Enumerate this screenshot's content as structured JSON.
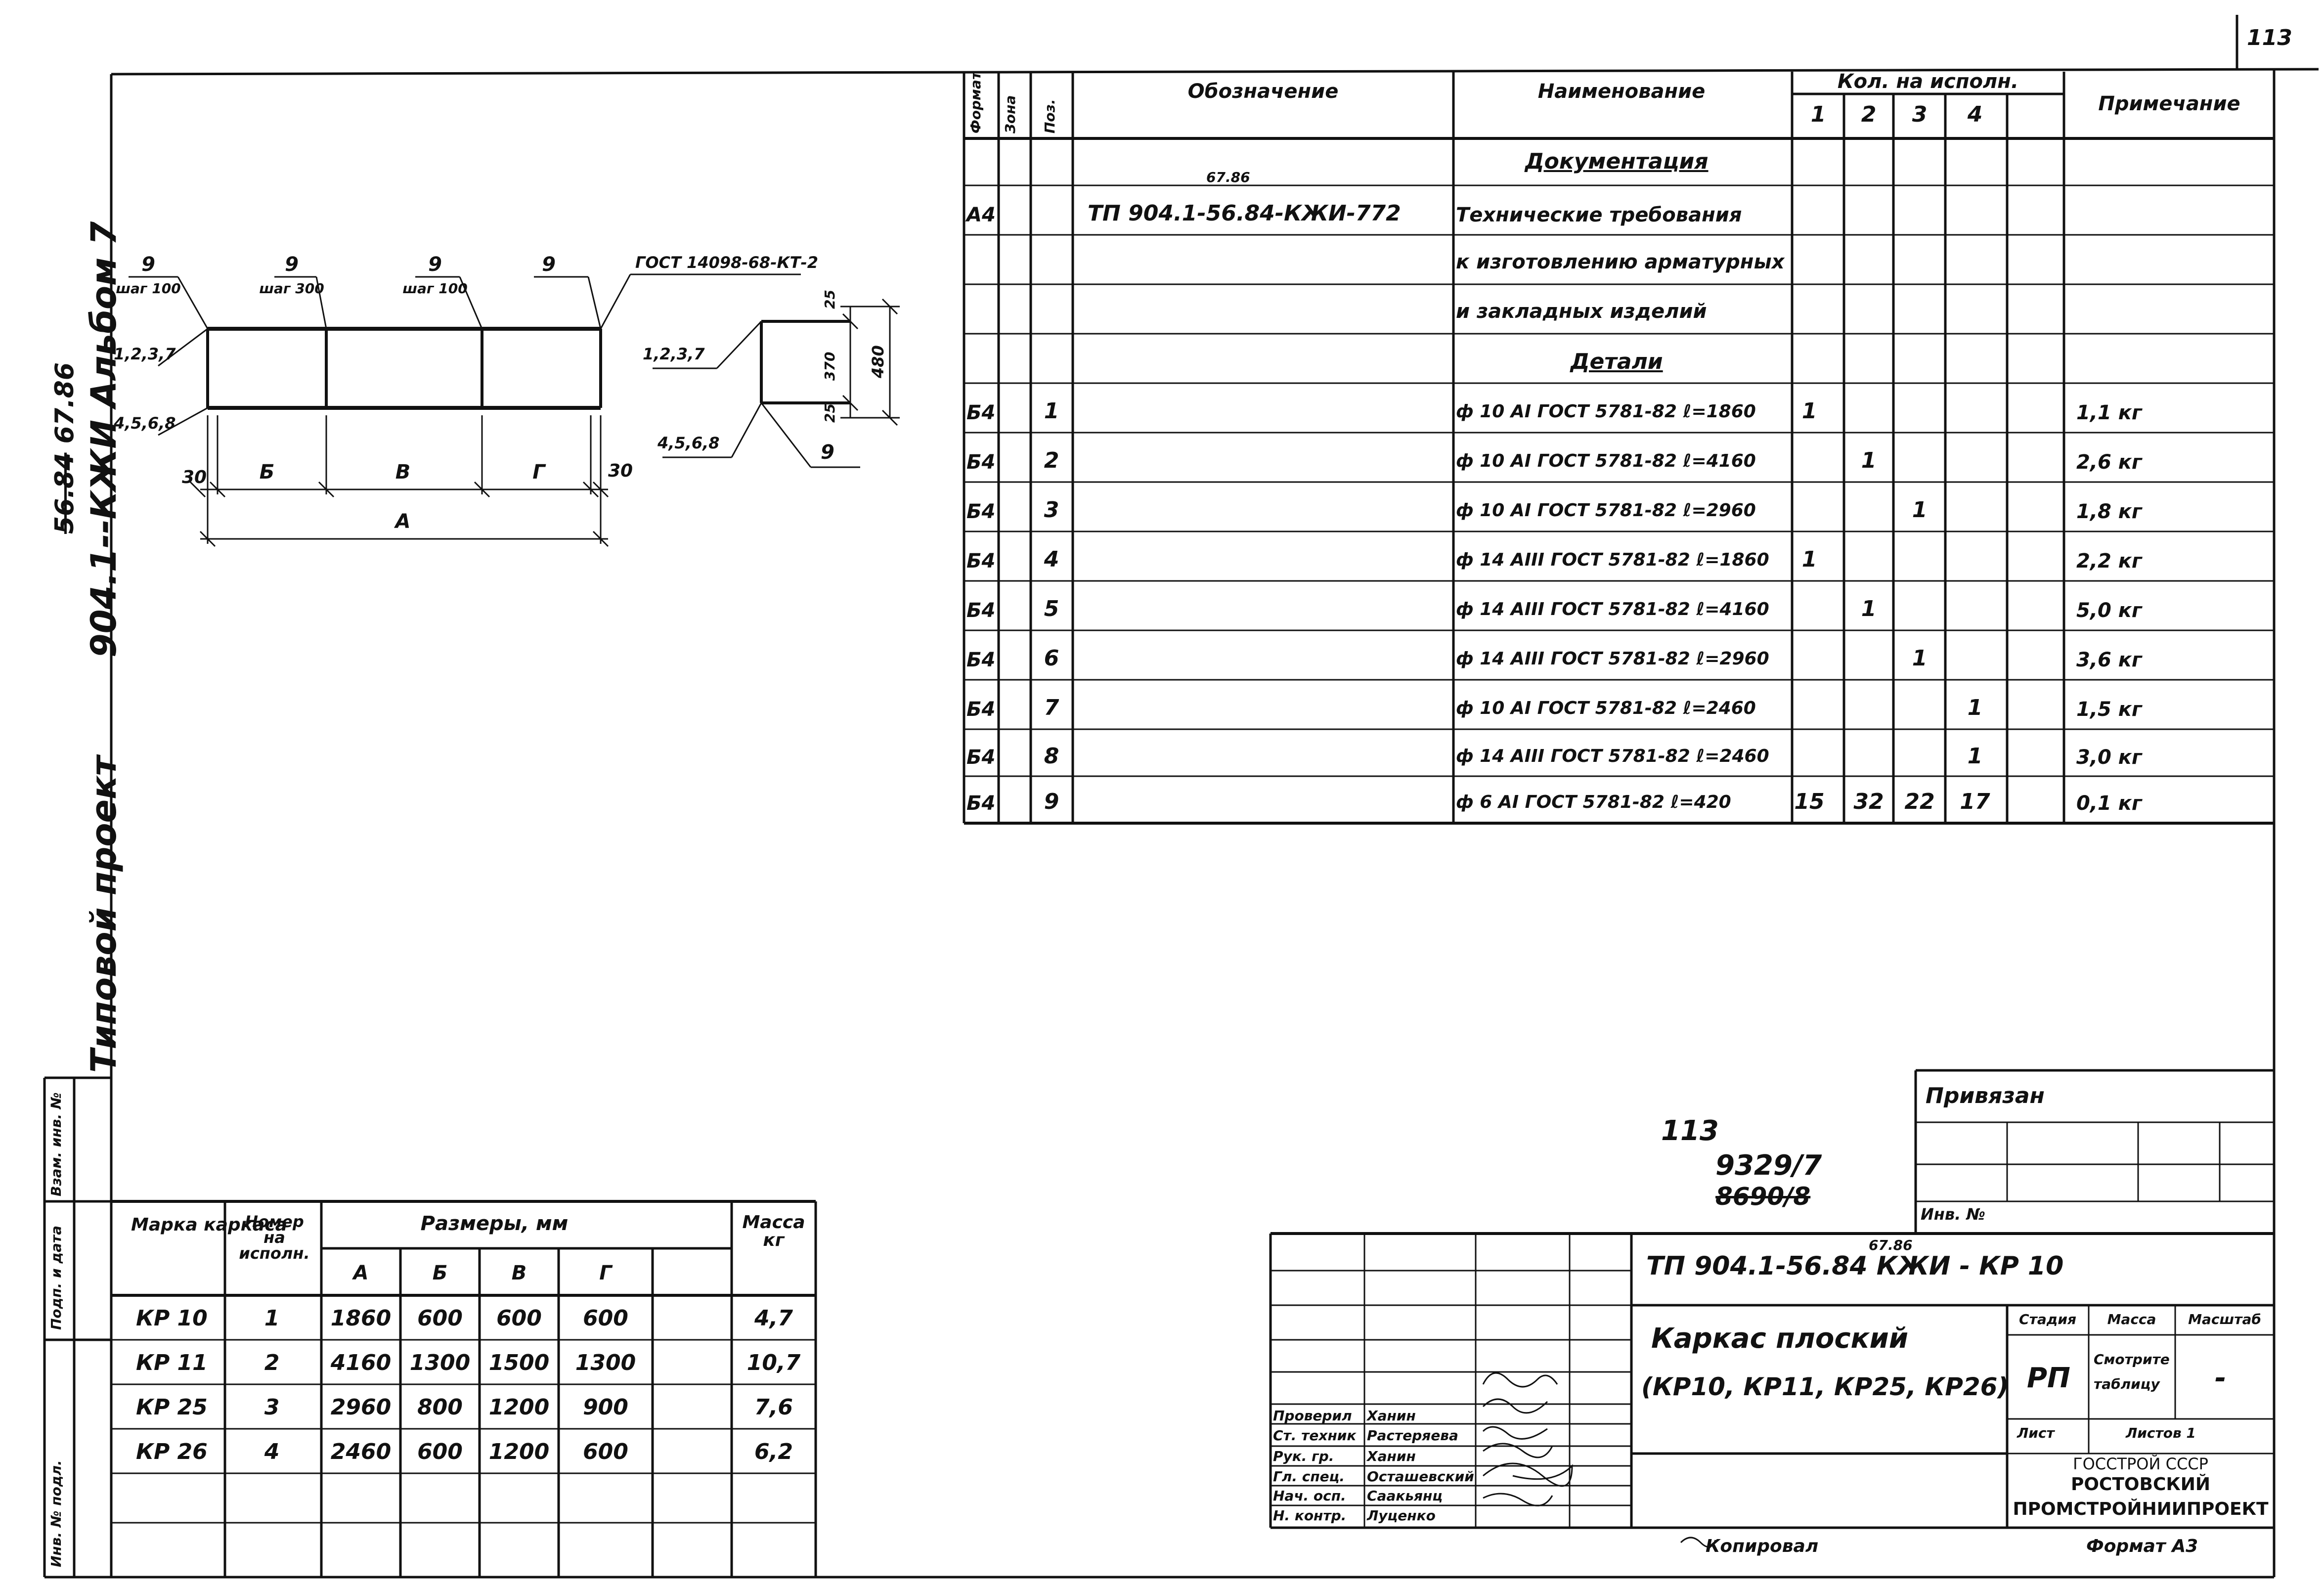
{
  "sheet_number": "113",
  "left_strip": {
    "title_line1": "Типовой проект",
    "title_line2": "904.1-",
    "title_line2b": "-КЖИ Альбом 7",
    "title_old": "56.84",
    "title_new": "67.86",
    "col_labels": [
      "Инв. № подл.",
      "Подп. и дата",
      "Взам. инв. №"
    ]
  },
  "spec": {
    "headers": {
      "format": "Формат",
      "zone": "Зона",
      "pos": "Поз.",
      "designation": "Обозначение",
      "name": "Наименование",
      "qty": "Кол. на исполн.",
      "qty_cols": [
        "1",
        "2",
        "3",
        "4",
        ""
      ],
      "note": "Примечание"
    },
    "section_docs": "Документация",
    "doc_format": "А4",
    "doc_designation": "ТП 904.1-56.84-КЖИ-772",
    "doc_designation_correction": "67.86",
    "doc_name_lines": [
      "Технические требования",
      "к изготовлению арматурных",
      "и закладных изделий"
    ],
    "section_parts": "Детали",
    "rows": [
      {
        "format": "Б4",
        "pos": "1",
        "name": "ф 10 АI ГОСТ 5781-82 ℓ=1860",
        "q1": "1",
        "q2": "",
        "q3": "",
        "q4": "",
        "note": "1,1 кг"
      },
      {
        "format": "Б4",
        "pos": "2",
        "name": "ф 10 АI ГОСТ 5781-82 ℓ=4160",
        "q1": "",
        "q2": "1",
        "q3": "",
        "q4": "",
        "note": "2,6 кг"
      },
      {
        "format": "Б4",
        "pos": "3",
        "name": "ф 10 АI ГОСТ 5781-82 ℓ=2960",
        "q1": "",
        "q2": "",
        "q3": "1",
        "q4": "",
        "note": "1,8 кг"
      },
      {
        "format": "Б4",
        "pos": "4",
        "name": "ф 14 АIII ГОСТ 5781-82 ℓ=1860",
        "q1": "1",
        "q2": "",
        "q3": "",
        "q4": "",
        "note": "2,2 кг"
      },
      {
        "format": "Б4",
        "pos": "5",
        "name": "ф 14 АIII ГОСТ 5781-82 ℓ=4160",
        "q1": "",
        "q2": "1",
        "q3": "",
        "q4": "",
        "note": "5,0 кг"
      },
      {
        "format": "Б4",
        "pos": "6",
        "name": "ф 14 АIII ГОСТ 5781-82 ℓ=2960",
        "q1": "",
        "q2": "",
        "q3": "1",
        "q4": "",
        "note": "3,6 кг"
      },
      {
        "format": "Б4",
        "pos": "7",
        "name": "ф 10 АI ГОСТ 5781-82 ℓ=2460",
        "q1": "",
        "q2": "",
        "q3": "",
        "q4": "1",
        "note": "1,5 кг"
      },
      {
        "format": "Б4",
        "pos": "8",
        "name": "ф 14 АIII ГОСТ 5781-82 ℓ=2460",
        "q1": "",
        "q2": "",
        "q3": "",
        "q4": "1",
        "note": "3,0 кг"
      },
      {
        "format": "Б4",
        "pos": "9",
        "name": "ф 6 АI ГОСТ 5781-82 ℓ=420",
        "q1": "15",
        "q2": "32",
        "q3": "22",
        "q4": "17",
        "note": "0,1 кг"
      }
    ]
  },
  "drawing": {
    "pos_labels": [
      "9",
      "9",
      "9",
      "9"
    ],
    "step_labels": [
      "шаг 100",
      "шаг 300",
      "шаг 100"
    ],
    "gost_label": "ГОСТ 14098-68-КТ-2",
    "top_bars": "1,2,3,7",
    "bottom_bars": "4,5,6,8",
    "dims": {
      "left": "30",
      "right": "30",
      "b": "Б",
      "v": "В",
      "g": "Г",
      "a": "А"
    },
    "section": {
      "top": "1,2,3,7",
      "bottom": "4,5,6,8",
      "pos": "9",
      "d1": "25",
      "d2": "370",
      "d3": "25",
      "total": "480"
    }
  },
  "sizes_table": {
    "headers": {
      "mark": "Марка каркаса",
      "num": "Номер на исполн.",
      "sizes": "Размеры, мм",
      "mass": "Масса кг"
    },
    "size_cols": [
      "А",
      "Б",
      "В",
      "Г",
      ""
    ],
    "rows": [
      {
        "mark": "КР 10",
        "num": "1",
        "a": "1860",
        "b": "600",
        "v": "600",
        "g": "600",
        "mass": "4,7"
      },
      {
        "mark": "КР 11",
        "num": "2",
        "a": "4160",
        "b": "1300",
        "v": "1500",
        "g": "1300",
        "mass": "10,7"
      },
      {
        "mark": "КР 25",
        "num": "3",
        "a": "2960",
        "b": "800",
        "v": "1200",
        "g": "900",
        "mass": "7,6"
      },
      {
        "mark": "КР 26",
        "num": "4",
        "a": "2460",
        "b": "600",
        "v": "1200",
        "g": "600",
        "mass": "6,2"
      }
    ]
  },
  "stamp": {
    "privyazan": "Привязан",
    "inv_no": "Инв. №",
    "number_new": "9329/7",
    "number_old": "8690/8",
    "sheet_hw": "113",
    "designation": "ТП 904.1-56.84 КЖИ - КР 10",
    "designation_correction": "67.86",
    "title_line1": "Каркас плоский",
    "title_line2": "(КР10, КР11, КР25, КР26)",
    "stage_h": "Стадия",
    "mass_h": "Масса",
    "scale_h": "Масштаб",
    "stage": "РП",
    "mass": "Смотрите таблицу",
    "scale": "-",
    "sheet_h": "Лист",
    "sheets_h": "Листов 1",
    "org1": "ГОССТРОЙ СССР",
    "org2": "РОСТОВСКИЙ",
    "org3": "ПРОМСТРОЙНИИПРОЕКТ",
    "roles": [
      "Проверил",
      "Ст. техник",
      "Рук. гр.",
      "Гл. спец.",
      "Нач. осп.",
      "Н. контр."
    ],
    "names": [
      "Ханин",
      "Растеряева",
      "Ханин",
      "Осташевский",
      "Саакьянц",
      "Луценко"
    ],
    "copied": "Копировал",
    "format": "Формат А3"
  }
}
